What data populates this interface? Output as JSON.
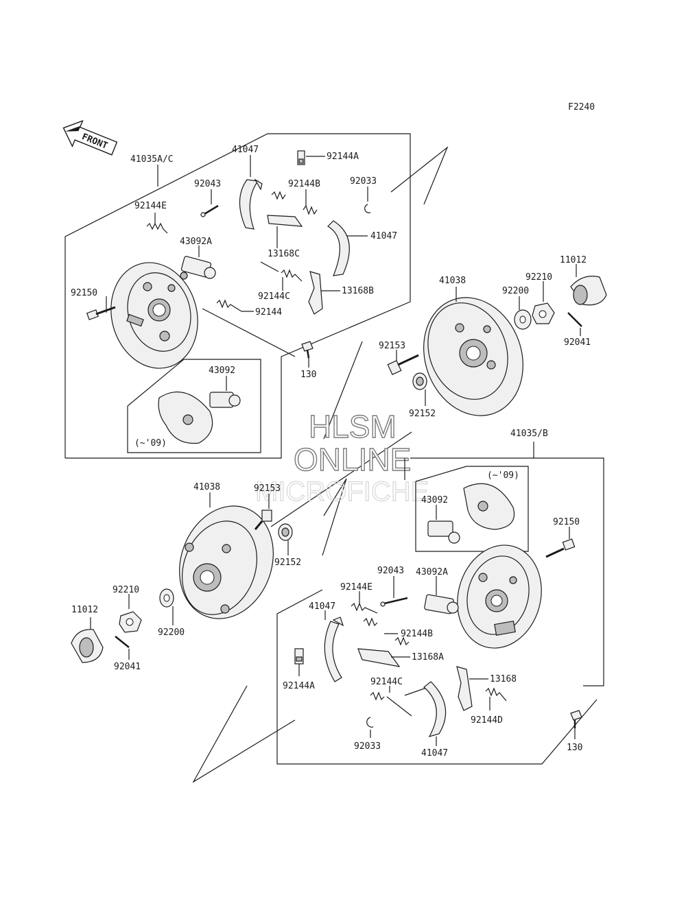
{
  "figure_code": "F2240",
  "front_label": "FRONT",
  "variant_note_top": "(~'09)",
  "variant_note_bottom": "(~'09)",
  "watermark": [
    "HLSM",
    "ONLINE",
    "MICROFICHE"
  ],
  "labels_top": {
    "assy": "41035A/C",
    "shoe_a": "41047",
    "spring_a": "92144A",
    "pin": "92043",
    "spring_b": "92144B",
    "clip": "92033",
    "spring_e": "92144E",
    "adjuster_c": "13168C",
    "shoe_b": "41047",
    "cylinder_a": "43092A",
    "lever_b": "13168B",
    "spring_c": "92144C",
    "bolt": "92150",
    "spring": "92144",
    "screw": "130",
    "cylinder": "43092"
  },
  "labels_mid": {
    "drum": "41038",
    "cap": "11012",
    "nut": "92210",
    "washer": "92200",
    "pin": "92041",
    "stud": "92153",
    "seal": "92152"
  },
  "labels_bottom": {
    "assy": "41035/B",
    "cylinder": "43092",
    "drum": "41038",
    "stud": "92153",
    "seal": "92152",
    "bolt": "92150",
    "pin_92043": "92043",
    "cylinder_a": "43092A",
    "nut": "92210",
    "spring_e": "92144E",
    "shoe_a": "41047",
    "cap": "11012",
    "washer": "92200",
    "spring_b": "92144B",
    "spring_a": "92144A",
    "adjuster_a": "13168A",
    "pin": "92041",
    "lever": "13168",
    "spring_c": "92144C",
    "spring_d": "92144D",
    "clip": "92033",
    "shoe_b": "41047",
    "screw": "130"
  }
}
